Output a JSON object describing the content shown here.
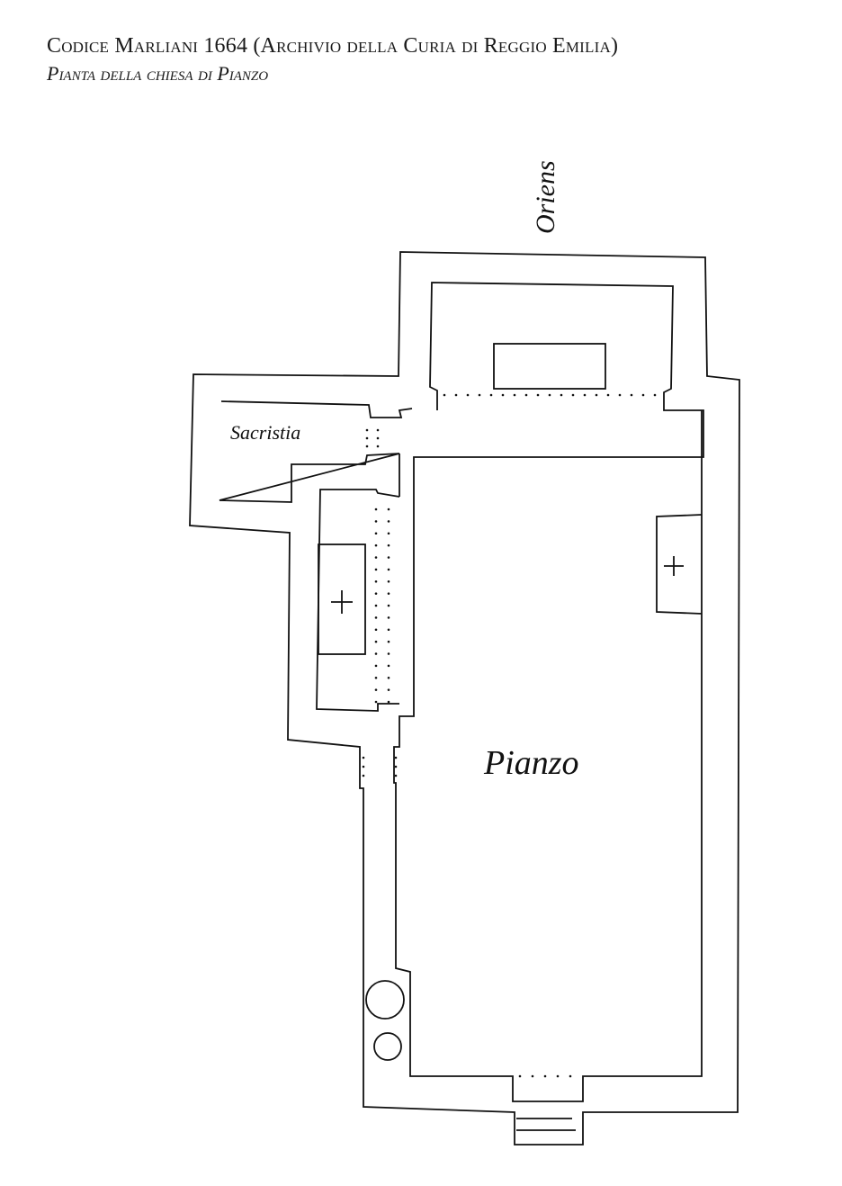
{
  "header": {
    "title": "Codice Marliani 1664 (Archivio della Curia di Reggio Emilia)",
    "subtitle": "Pianta della chiesa di Pianzo"
  },
  "plan": {
    "label_oriens": "Oriens",
    "label_sacristy": "Sacristia",
    "label_nave": "Pianzo"
  }
}
